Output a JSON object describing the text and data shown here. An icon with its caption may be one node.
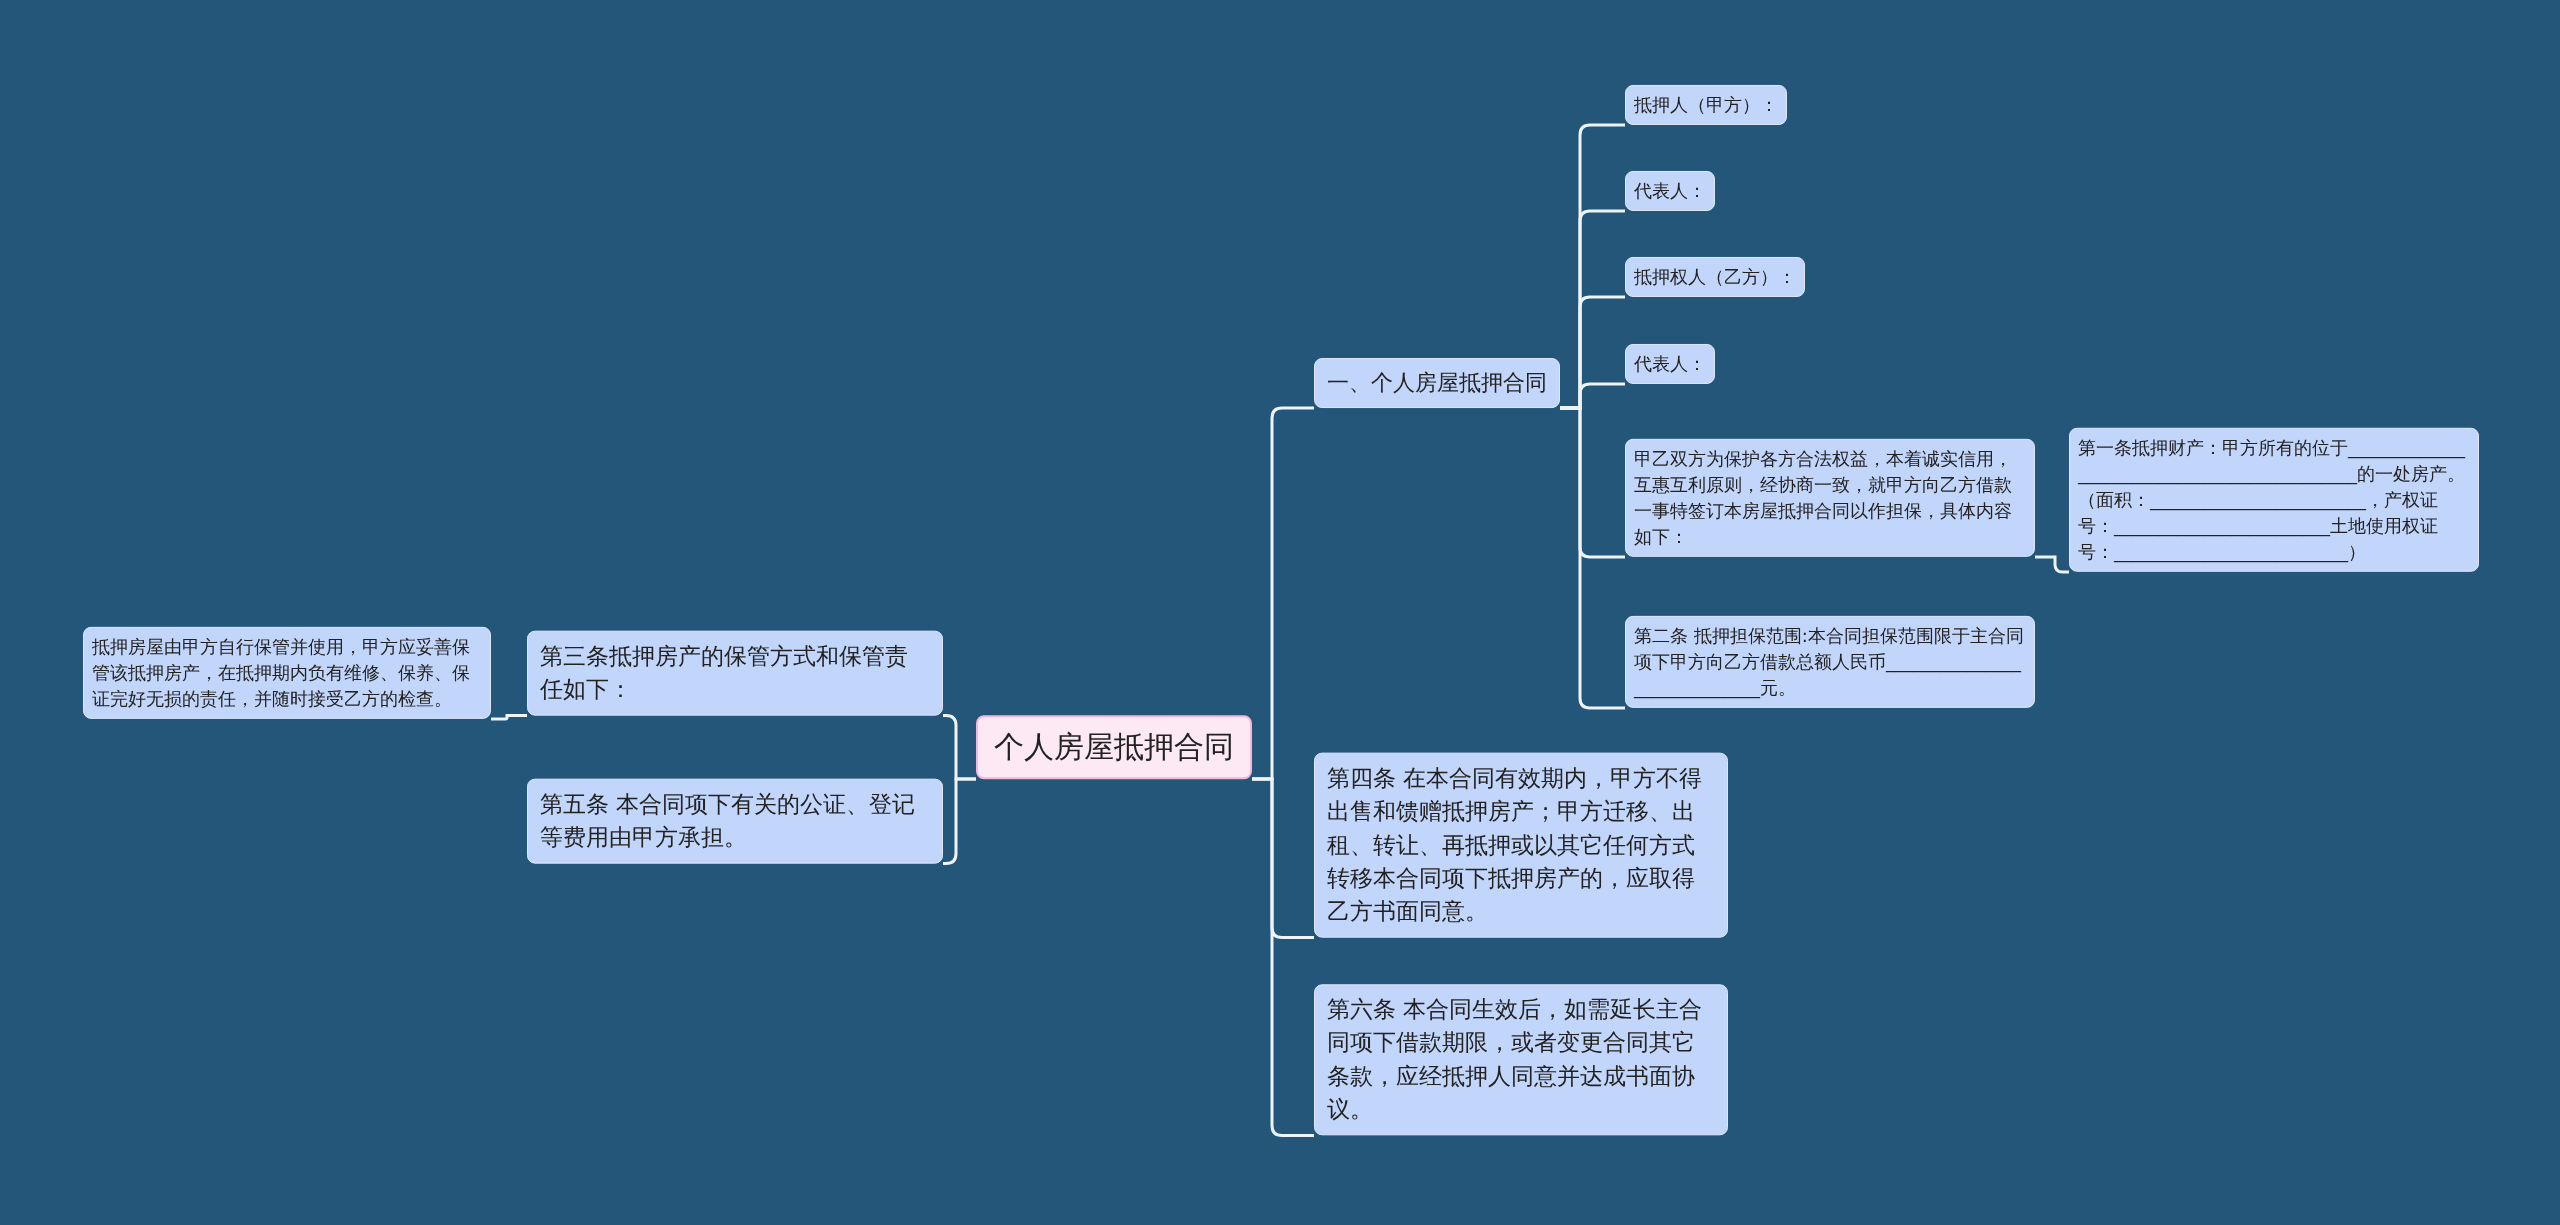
{
  "diagram": {
    "nodes": [
      {
        "text": [
          "个人房屋抵押合同"
        ]
      },
      {
        "text": [
          "一、个人房屋抵押合同"
        ]
      },
      {
        "text": [
          "抵押人（甲方）："
        ]
      },
      {
        "text": [
          "代表人："
        ]
      },
      {
        "text": [
          "抵押权人（乙方）："
        ]
      },
      {
        "text": [
          "代表人："
        ]
      },
      {
        "text": [
          "甲乙双方为保护各方合法权益，本着诚实信用，互惠互利原则，经协商一致，就甲方向乙方借款一事特签订本房屋抵押合同以作担保，具体内容如下："
        ]
      },
      {
        "text": [
          "第一条抵押财产：甲方所有的位于____________________________________________的一处房产。（面积：________________________，产权证号：________________________土地使用权证号：__________________________）"
        ]
      },
      {
        "text": [
          "第二条 抵押担保范围:本合同担保范围限于主合同项下甲方向乙方借款总额人民币_____________________________元。"
        ]
      },
      {
        "text": [
          "第四条 在本合同有效期内，甲方不得出售和馈赠抵押房产；甲方迁移、出租、转让、再抵押或以其它任何方式转移本合同项下抵押房产的，应取得乙方书面同意。"
        ]
      },
      {
        "text": [
          "第六条 本合同生效后，如需延长主合同项下借款期限，或者变更合同其它条款，应经抵押人同意并达成书面协议。"
        ]
      },
      {
        "text": [
          "第三条抵押房产的保管方式和保管责任如下："
        ]
      },
      {
        "text": [
          "第五条 本合同项下有关的公证、登记等费用由甲方承担。"
        ]
      },
      {
        "text": [
          "抵押房屋由甲方自行保管并使用，甲方应妥善保管该抵押房产，在抵押期内负有维修、保养、保证完好无损的责任，并随时接受乙方的检查。"
        ]
      }
    ],
    "edges": [
      {
        "from": 0,
        "to": 1,
        "arrow": "none"
      },
      {
        "from": 1,
        "to": 2,
        "arrow": "none"
      },
      {
        "from": 1,
        "to": 3,
        "arrow": "none"
      },
      {
        "from": 1,
        "to": 4,
        "arrow": "none"
      },
      {
        "from": 1,
        "to": 5,
        "arrow": "none"
      },
      {
        "from": 1,
        "to": 6,
        "arrow": "none"
      },
      {
        "from": 6,
        "to": 7,
        "arrow": "none"
      },
      {
        "from": 1,
        "to": 8,
        "arrow": "none"
      },
      {
        "from": 0,
        "to": 9,
        "arrow": "none"
      },
      {
        "from": 0,
        "to": 10,
        "arrow": "none"
      },
      {
        "from": 0,
        "to": 11,
        "arrow": "none"
      },
      {
        "from": 11,
        "to": 13,
        "arrow": "none"
      },
      {
        "from": 0,
        "to": 12,
        "arrow": "none"
      }
    ]
  }
}
